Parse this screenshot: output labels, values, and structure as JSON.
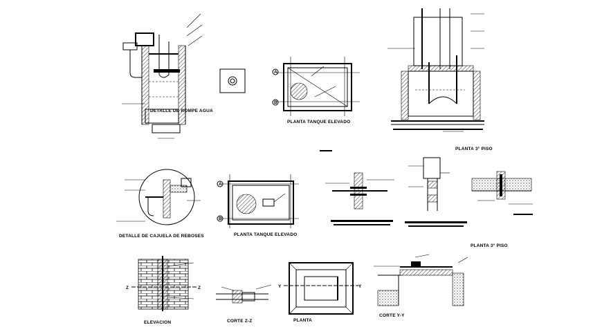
{
  "titles": {
    "detalle_romper_agua": "DETALLE DE ROMPE AGUA",
    "planta_tanque_elevado_1": "PLANTA TANQUE ELEVADO",
    "planta_3_piso_1": "PLANTA 3° PISO",
    "detalle_cajuela_reboses": "DETALLE DE CAJUELA DE REBOSES",
    "planta_tanque_elevado_2": "PLANTA TANQUE ELEVADO",
    "planta_3_piso_2": "PLANTA 3° PISO",
    "elevacion": "ELEVACION",
    "corte_zz": "CORTE Z-Z",
    "planta": "PLANTA",
    "corte_yy": "CORTE Y-Y"
  },
  "grid_markers": {
    "a1": "A",
    "b1": "B",
    "a2": "A",
    "b2": "B"
  },
  "section_marks": {
    "z_left": "Z",
    "z_right": "Z",
    "y_left": "Y",
    "y_right": "Y"
  }
}
